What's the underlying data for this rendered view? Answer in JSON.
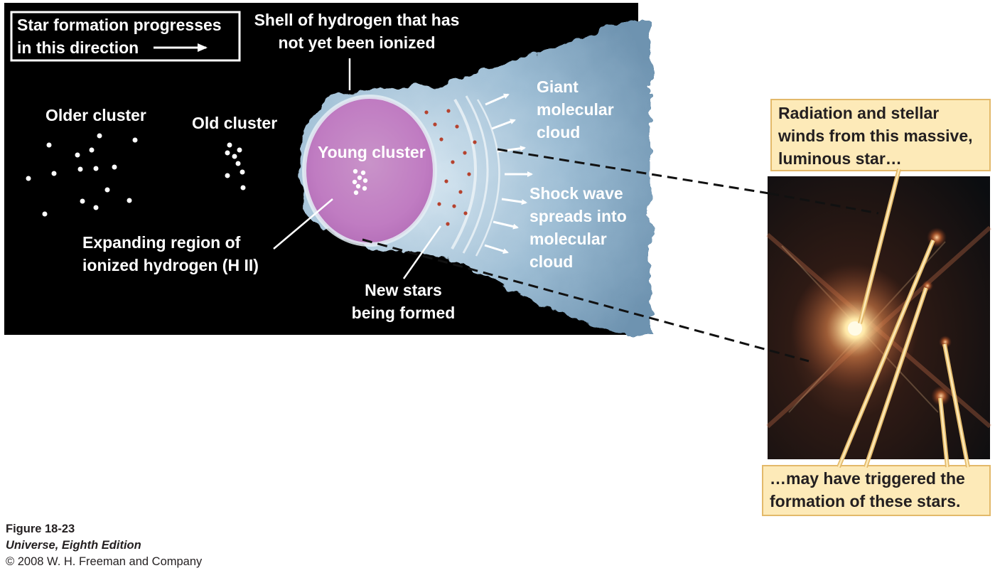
{
  "direction_box": {
    "text": "Star formation progresses in this direction"
  },
  "labels": {
    "shell": "Shell of hydrogen that has not yet been ionized",
    "older_cluster": "Older cluster",
    "old_cluster": "Old cluster",
    "young_cluster": "Young cluster",
    "giant_cloud": "Giant molecular cloud",
    "shock_wave": "Shock wave spreads into molecular cloud",
    "expanding_region": "Expanding region of ionized hydrogen (H II)",
    "new_stars": "New stars being formed"
  },
  "callouts": {
    "radiation": "Radiation and stellar winds from this massive, luminous star…",
    "triggered": "…may have triggered the formation of these stars."
  },
  "caption": {
    "figure": "Figure 18-23",
    "book": "Universe, Eighth Edition",
    "copyright": "© 2008 W. H. Freeman and Company"
  },
  "colors": {
    "panel_bg": "#000000",
    "cloud": "#8fb3cc",
    "hii_region": "#c27fc4",
    "new_star_dots": "#b5422e",
    "callout_fill": "#fdeab8",
    "callout_border": "#e3b96a",
    "photo_glow": "#ffe9a8"
  }
}
